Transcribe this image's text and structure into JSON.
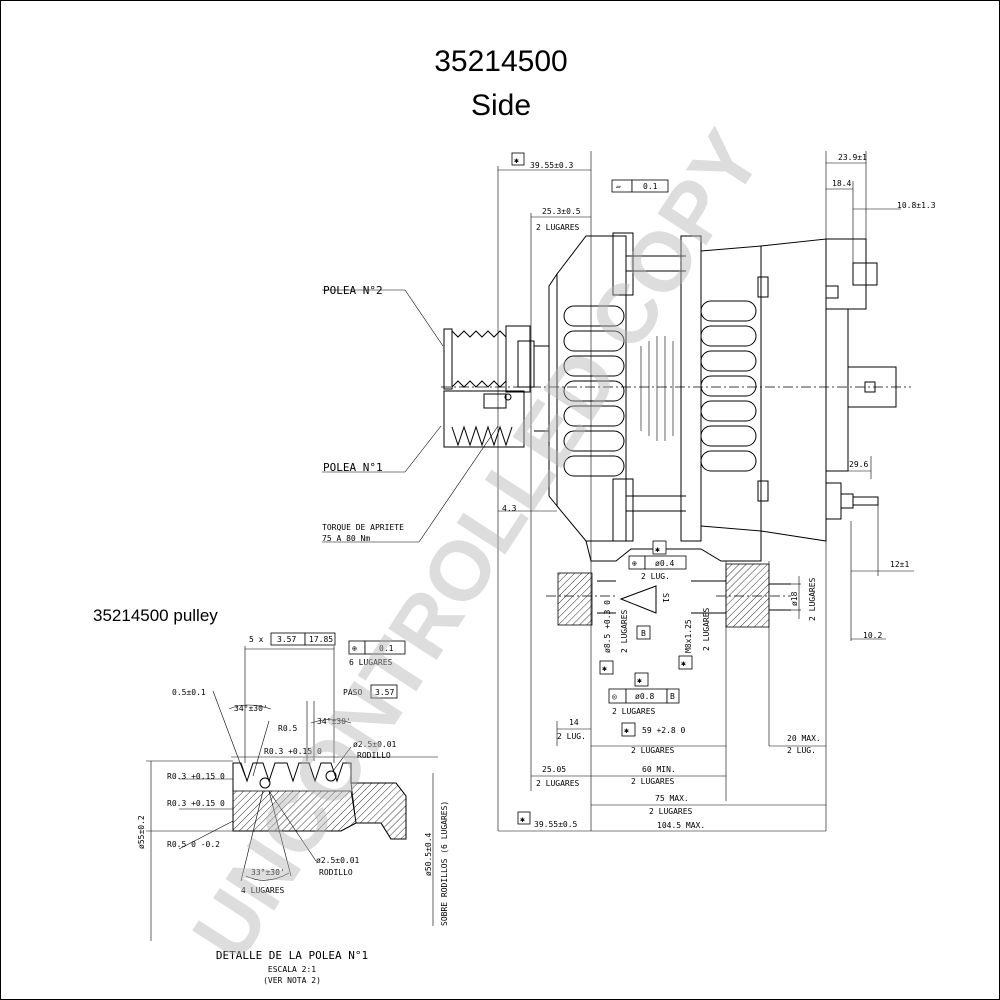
{
  "title": "35214500",
  "subtitle": "Side",
  "watermark": "UNCONTROLLED COPY",
  "colors": {
    "line": "#000000",
    "watermark": "#b3b3b3",
    "background": "#ffffff"
  },
  "icons": {
    "symbol_flatness": "flatness-icon",
    "symbol_position": "position-icon",
    "symbol_concentricity": "concentricity-icon",
    "symbol_critical": "critical-asterisk-icon",
    "symbol_surface": "surface-finish-icon"
  },
  "side_view": {
    "callouts": {
      "polea2": "POLEA N°2",
      "polea1": "POLEA N°1",
      "torque_line1": "TORQUE DE APRIETE",
      "torque_line2": "75 A 80 Nm"
    },
    "dims": {
      "d_39_55_top": "39.55±0.3",
      "d_flatness": "0.1",
      "d_25_3": "25.3±0.5",
      "d_25_3_note": "2 LUGARES",
      "d_23_9": "23.9±1",
      "d_18_4": "18.4",
      "d_10_8": "10.8±1.3",
      "d_29_6": "29.6",
      "d_4_3": "4.3",
      "d_12": "12±1",
      "d_10_2": "10.2",
      "d_18_dia": "ø18",
      "d_18_note": "2 LUGARES",
      "d_pos_04": "ø0.4",
      "d_pos_note": "2 LUG.",
      "d_s1": "S1",
      "d_b_ref": "B",
      "d_85": "ø8.5 +0.3 0",
      "d_85_note": "2 LUGARES",
      "d_m8": "M8x1.25",
      "d_m8_note": "2 LUGARES",
      "d_conc_08": "ø0.8",
      "d_conc_ref": "B",
      "d_conc_note": "2 LUGARES",
      "d_14": "14",
      "d_14_note": "2 LUG.",
      "d_59": "59 +2.8 0",
      "d_59_note": "2 LUGARES",
      "d_20": "20 MAX.",
      "d_20_note": "2 LUG.",
      "d_25_05": "25.05",
      "d_25_05_note": "2 LUGARES",
      "d_60": "60 MIN.",
      "d_60_note": "2 LUGARES",
      "d_75": "75 MAX.",
      "d_75_note": "2 LUGARES",
      "d_39_55_bottom": "39.55±0.5",
      "d_104_5": "104.5 MAX."
    }
  },
  "pulley_detail": {
    "heading": "35214500 pulley",
    "caption": "DETALLE DE LA POLEA N°1",
    "scale": "ESCALA 2:1",
    "note": "(VER NOTA 2)",
    "dims": {
      "pitch_count": "5 x",
      "pitch_value": "3.57",
      "pitch_total": "17.85",
      "pos_tol": "0.1",
      "pos_note": "6 LUGARES",
      "d_05": "0.5±0.1",
      "paso_label": "PASO",
      "paso_value": "3.57",
      "a_34_left": "34°±30'",
      "a_34_right": "34°±30'",
      "r05_top": "R0.5",
      "r03_a": "R0.3 +0.15 0",
      "r03_b": "R0.3 +0.15 0",
      "r03_c": "R0.3 +0.15 0",
      "r05_bottom": "R0.5 0 -0.2",
      "dia_25_top": "ø2.5±0.01",
      "rodillo_top": "RODILLO",
      "dia_25_bottom": "ø2.5±0.01",
      "rodillo_bottom": "RODILLO",
      "a_33": "33°±30'",
      "a_33_note": "4 LUGARES",
      "dia_55": "ø55±0.2",
      "dia_505": "ø50.5±0.4",
      "dia_505_note": "SOBRE RODILLOS (6 LUGARES)"
    }
  }
}
